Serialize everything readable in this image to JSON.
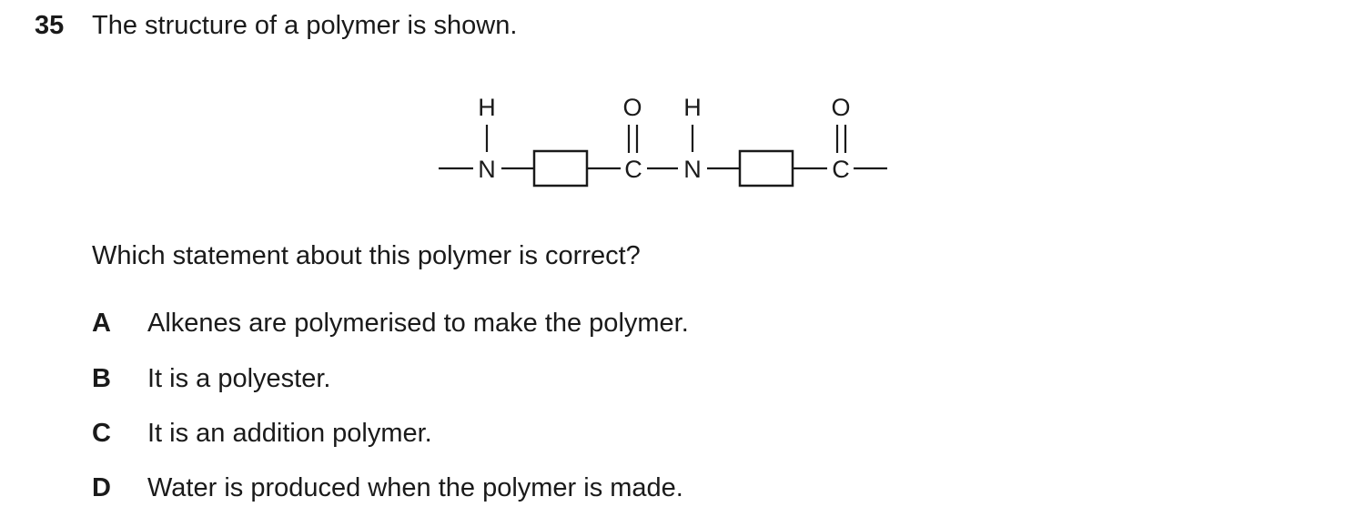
{
  "question": {
    "number": "35",
    "stem": "The structure of a polymer is shown.",
    "prompt": "Which statement about this polymer is correct?"
  },
  "structure": {
    "atoms": {
      "h1": "H",
      "n1": "N",
      "o1": "O",
      "c1": "C",
      "h2": "H",
      "n2": "N",
      "o2": "O",
      "c2": "C"
    }
  },
  "options": [
    {
      "letter": "A",
      "text": "Alkenes are polymerised to make the polymer."
    },
    {
      "letter": "B",
      "text": "It is a polyester."
    },
    {
      "letter": "C",
      "text": "It is an addition polymer."
    },
    {
      "letter": "D",
      "text": "Water is produced when the polymer is made."
    }
  ]
}
